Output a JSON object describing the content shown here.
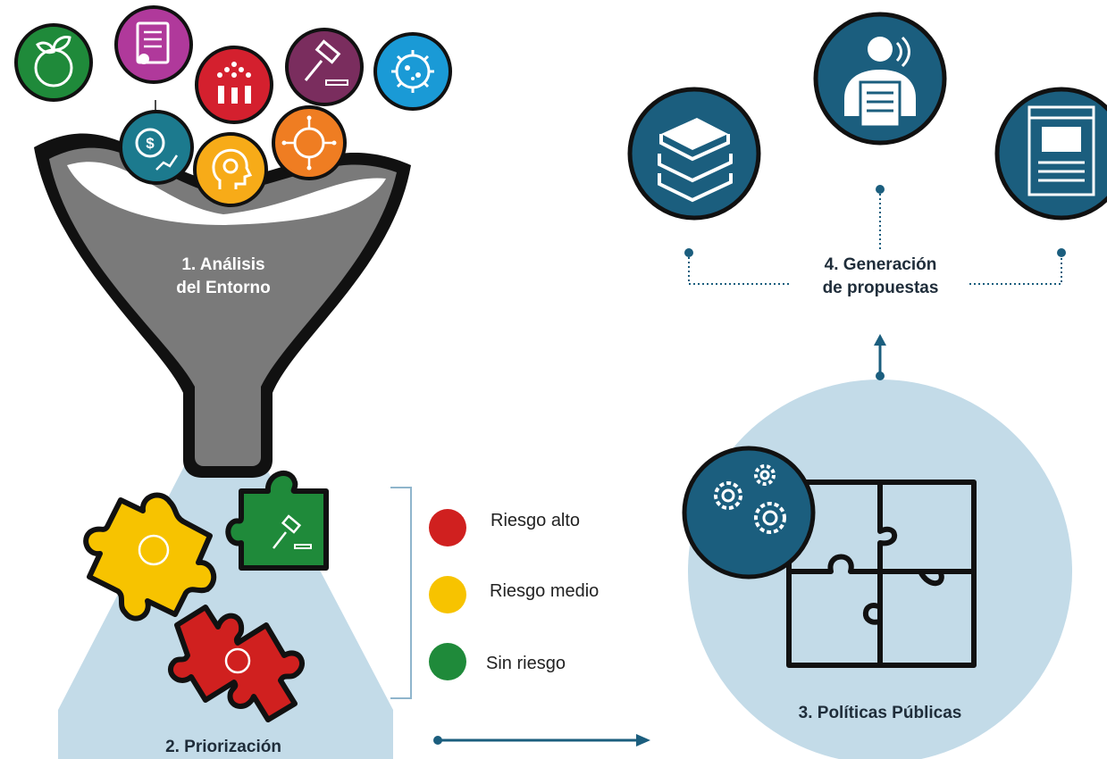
{
  "steps": {
    "step1": {
      "line1": "1. Análisis",
      "line2": "del Entorno"
    },
    "step2": {
      "label": "2. Priorización"
    },
    "step3": {
      "label": "3. Políticas Públicas"
    },
    "step4": {
      "line1": "4. Generación",
      "line2": "de propuestas"
    }
  },
  "legend": [
    {
      "label": "Riesgo alto",
      "color": "#d0201f"
    },
    {
      "label": "Riesgo medio",
      "color": "#f7c300"
    },
    {
      "label": "Sin riesgo",
      "color": "#1f8a3a"
    }
  ],
  "colors": {
    "teal_dark": "#1b5e7e",
    "light_blue": "#c3dbe8",
    "funnel_gray": "#7a7a7a",
    "green_icon": "#1f8a3a",
    "magenta_icon": "#b0399b",
    "red_icon": "#d4202e",
    "plum_icon": "#7a2d5e",
    "cyan_icon": "#1a9ad6",
    "teal_icon": "#1c7a8e",
    "orange_icon": "#ef7d22",
    "yellow_icon": "#f7ab18"
  },
  "icons": {
    "funnel_inputs": [
      "earth-plant-icon",
      "certificate-icon",
      "population-icon",
      "gavel-icon",
      "virus-icon",
      "money-growth-icon",
      "head-gear-icon",
      "globe-circuit-icon"
    ],
    "proposals": [
      "books-icon",
      "speaker-document-icon",
      "webpage-icon"
    ],
    "policies": "gears-icon",
    "puzzle": [
      "puzzle-globe-icon",
      "puzzle-gavel-icon",
      "puzzle-virus-icon"
    ]
  }
}
